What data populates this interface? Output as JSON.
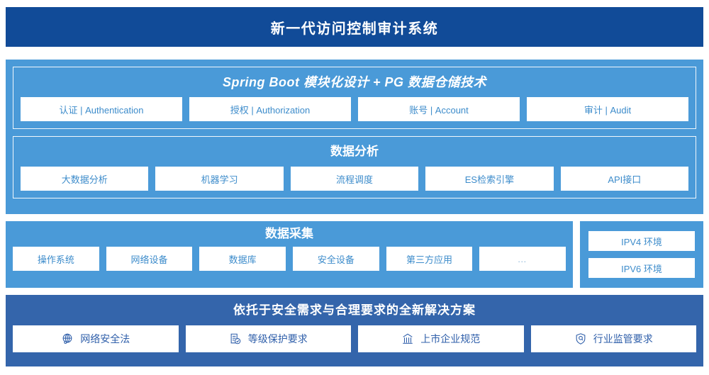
{
  "header": {
    "title": "新一代访问控制审计系统"
  },
  "colors": {
    "header_blue": "#114b98",
    "light_blue": "#4a9ad8",
    "dark_blue": "#3465ab",
    "card_text": "#3d8ccb",
    "solution_card_text": "#2f5faa",
    "card_bg": "#ffffff"
  },
  "architecture": {
    "spring": {
      "title": "Spring Boot 模块化设计 + PG 数据仓储技术",
      "cards": [
        "认证 | Authentication",
        "授权 | Authorization",
        "账号 | Account",
        "审计 | Audit"
      ]
    },
    "analysis": {
      "title": "数据分析",
      "cards": [
        "大数据分析",
        "机器学习",
        "流程调度",
        "ES检索引擎",
        "API接口"
      ]
    }
  },
  "collection": {
    "title": "数据采集",
    "cards": [
      "操作系统",
      "网络设备",
      "数据库",
      "安全设备",
      "第三方应用",
      "…"
    ],
    "environments": [
      "IPV4 环境",
      "IPV6 环境"
    ]
  },
  "solution": {
    "title": "依托于安全需求与合理要求的全新解决方案",
    "cards": [
      {
        "label": "网络安全法",
        "icon": "globe-network-icon"
      },
      {
        "label": "等级保护要求",
        "icon": "document-check-icon"
      },
      {
        "label": "上市企业规范",
        "icon": "bank-building-icon"
      },
      {
        "label": "行业监管要求",
        "icon": "shield-search-icon"
      }
    ]
  }
}
